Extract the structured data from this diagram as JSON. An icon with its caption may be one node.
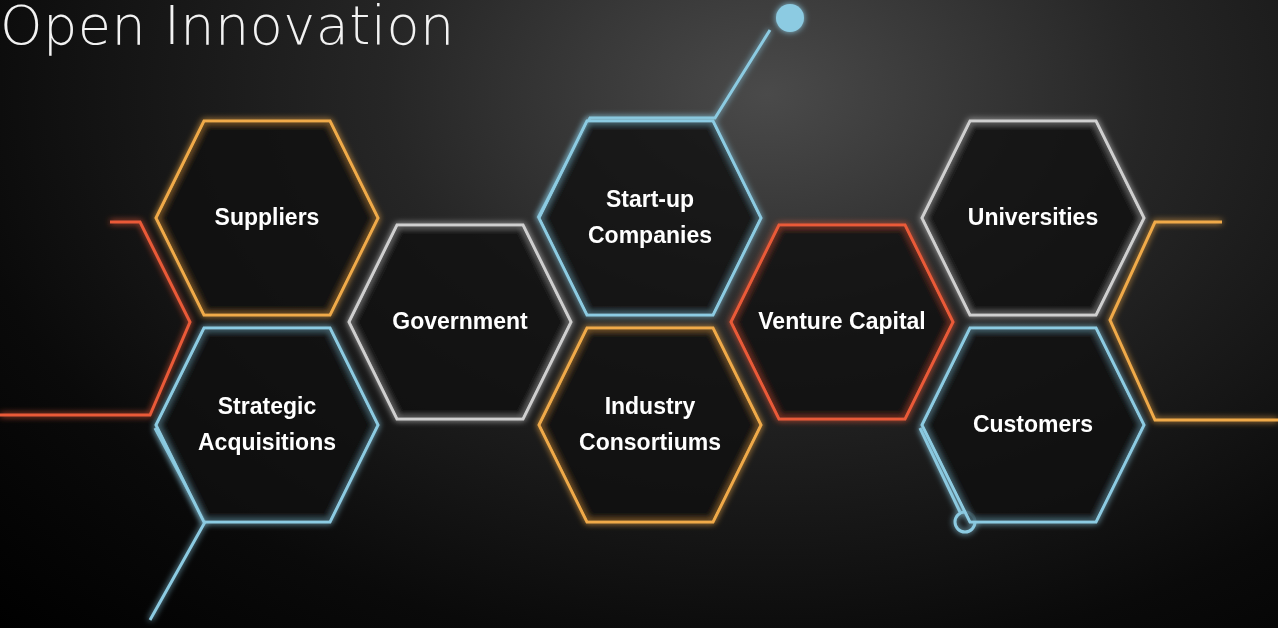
{
  "diagram": {
    "title": "Open Innovation",
    "nodes": [
      {
        "text": [
          "Suppliers"
        ]
      },
      {
        "text": [
          "Strategic Acquisitions"
        ]
      },
      {
        "text": [
          "Government"
        ]
      },
      {
        "text": [
          "Start-up Companies"
        ]
      },
      {
        "text": [
          "Industry Consortiums"
        ]
      },
      {
        "text": [
          "Venture Capital"
        ]
      },
      {
        "text": [
          "Universities"
        ]
      },
      {
        "text": [
          "Customers"
        ]
      }
    ]
  }
}
